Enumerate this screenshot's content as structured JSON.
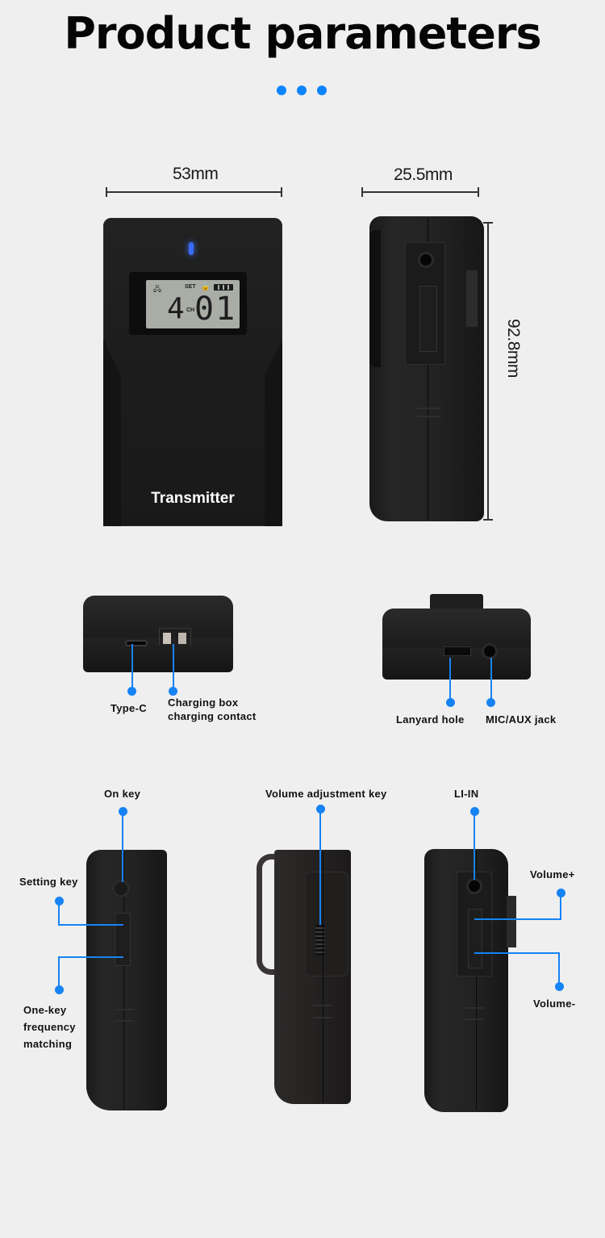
{
  "header": {
    "title": "Product parameters",
    "decor_dots": 3,
    "accent_color": "#0a84ff"
  },
  "dimensions": {
    "width": "53mm",
    "thickness": "25.5mm",
    "height": "92.8mm"
  },
  "front_view": {
    "brand_label": "Transmitter",
    "lcd": {
      "indicator_set": "SET",
      "channel_label": "CH",
      "channel_group": "4",
      "channel_number": "01",
      "antenna_icon": "antenna-icon",
      "lock_icon": "lock-icon",
      "battery_icon": "battery-icon"
    },
    "led_color": "#3b78ff"
  },
  "bottom_views": {
    "left_callouts": [
      {
        "label": "Type-C"
      },
      {
        "label_line1": "Charging box",
        "label_line2": "charging contact"
      }
    ],
    "right_callouts": [
      {
        "label": "Lanyard hole"
      },
      {
        "label": "MIC/AUX jack"
      }
    ]
  },
  "side_views": {
    "left": {
      "on_key": "On  key",
      "setting_key": "Setting key",
      "one_key_line1": "One-key",
      "one_key_line2": "frequency",
      "one_key_line3": "matching"
    },
    "back": {
      "volume_adjust": "Volume  adjustment key"
    },
    "right": {
      "line_in": "LI-IN",
      "volume_up": "Volume+",
      "volume_down": "Volume-"
    }
  },
  "colors": {
    "background": "#efefef",
    "callout_line": "#1683f5",
    "device_body": "#1d1d1d"
  }
}
